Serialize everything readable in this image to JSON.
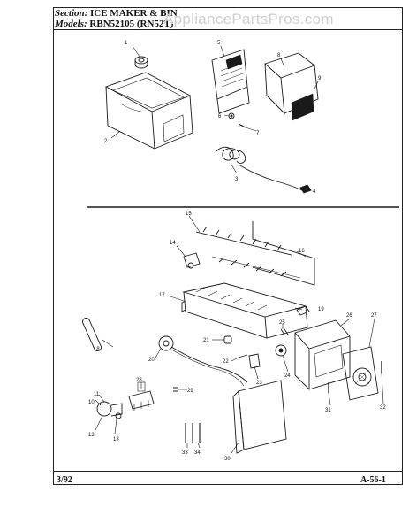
{
  "header": {
    "section_label": "Section:",
    "section_value": "ICE MAKER & BIN",
    "models_label": "Models:",
    "models_value": "RBN52105 (RN52T)"
  },
  "watermark": "AppliancePartsPros.com",
  "footer": {
    "date": "3/92",
    "page": "A-56-1"
  },
  "callouts": [
    "1",
    "2",
    "3",
    "4",
    "5",
    "6",
    "7",
    "8",
    "9",
    "10",
    "11",
    "12",
    "13",
    "14",
    "15",
    "16",
    "17",
    "18",
    "19",
    "20",
    "21",
    "22",
    "23",
    "24",
    "25",
    "26",
    "27",
    "28",
    "29",
    "30",
    "31",
    "32",
    "33",
    "34"
  ]
}
